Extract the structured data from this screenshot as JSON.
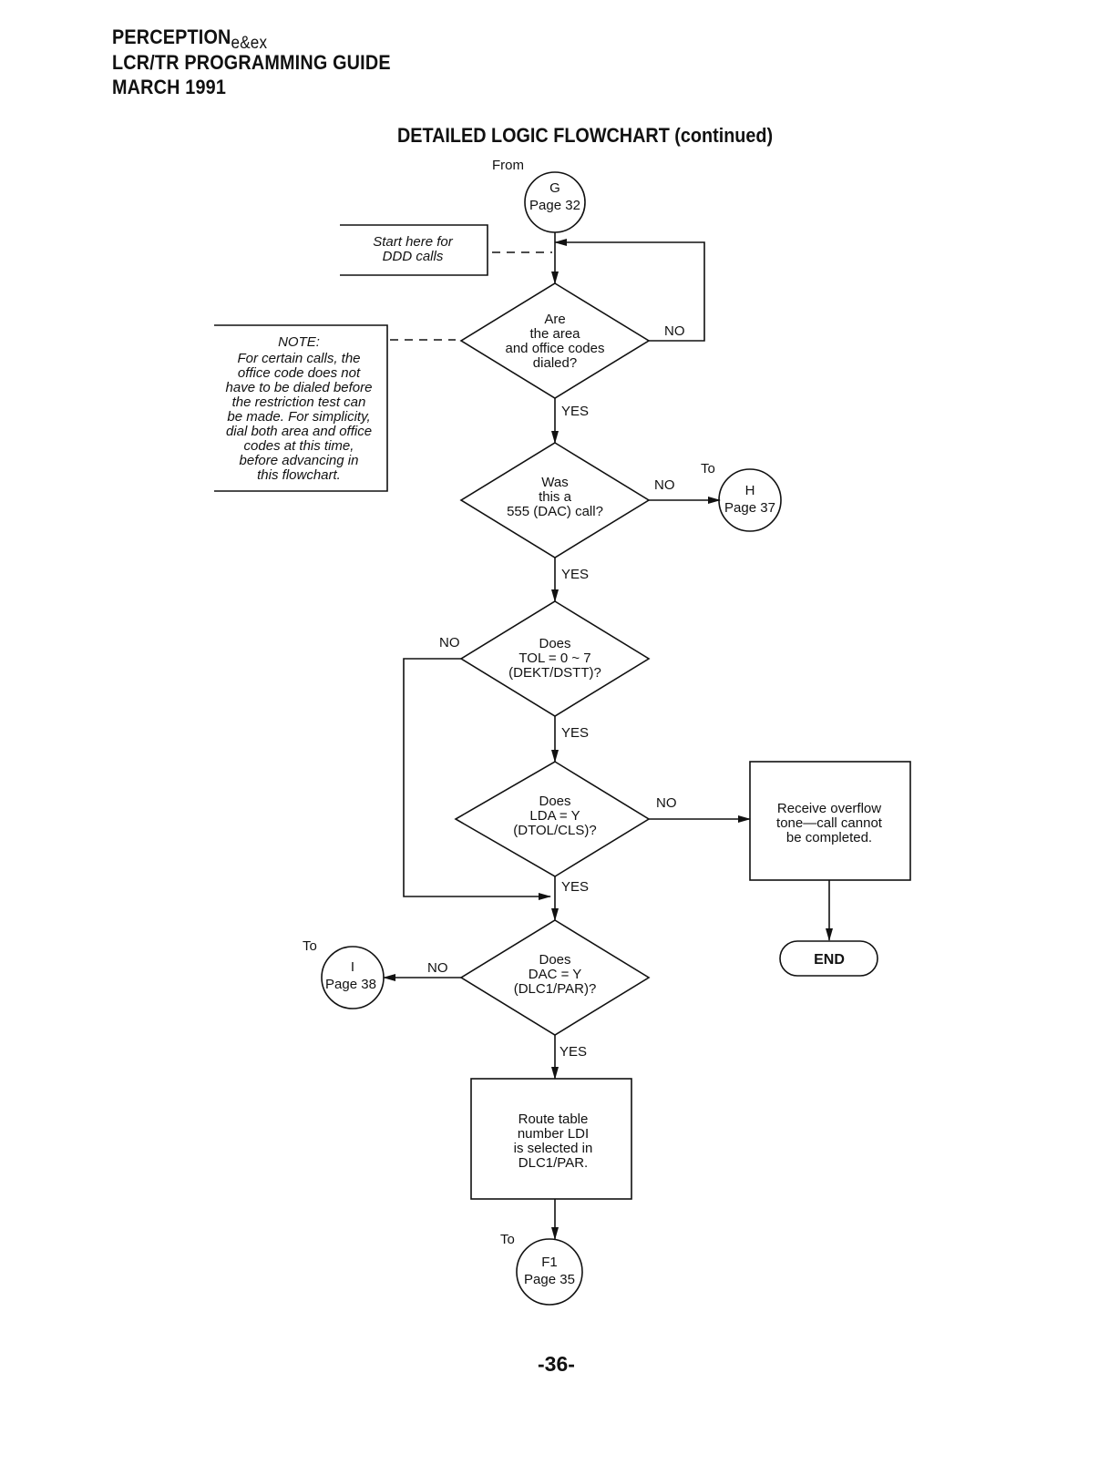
{
  "header": {
    "product": "PERCEPTION",
    "product_suffix": "e&ex",
    "guide": "LCR/TR PROGRAMMING GUIDE",
    "date": "MARCH 1991"
  },
  "title": "DETAILED LOGIC FLOWCHART (continued)",
  "page_number": "-36-",
  "connectors": {
    "from_label": "From",
    "g_letter": "G",
    "g_page": "Page 32",
    "to_h_label": "To",
    "h_letter": "H",
    "h_page": "Page 37",
    "to_i_label": "To",
    "i_letter": "I",
    "i_page": "Page 38",
    "to_f1_label": "To",
    "f1_letter": "F1",
    "f1_page": "Page 35"
  },
  "notes": {
    "start_here": [
      "Start here for",
      "DDD calls"
    ],
    "note_title": "NOTE:",
    "note_lines": [
      "For certain calls, the",
      "office code does not",
      "have to be dialed before",
      "the restriction test can",
      "be made. For simplicity,",
      "dial both area and office",
      "codes at this time,",
      "before advancing in",
      "this flowchart."
    ]
  },
  "decisions": {
    "d1": [
      "Are",
      "the area",
      "and office codes",
      "dialed?"
    ],
    "d2": [
      "Was",
      "this a",
      "555 (DAC) call?"
    ],
    "d3": [
      "Does",
      "TOL = 0 ~ 7",
      "(DEKT/DSTT)?"
    ],
    "d4": [
      "Does",
      "LDA = Y",
      "(DTOL/CLS)?"
    ],
    "d5": [
      "Does",
      "DAC = Y",
      "(DLC1/PAR)?"
    ]
  },
  "processes": {
    "overflow": [
      "Receive overflow",
      "tone—call cannot",
      "be completed."
    ],
    "route": [
      "Route table",
      "number LDI",
      "is selected in",
      "DLC1/PAR."
    ]
  },
  "terminal_end": "END",
  "edge_labels": {
    "yes": "YES",
    "no": "NO"
  }
}
